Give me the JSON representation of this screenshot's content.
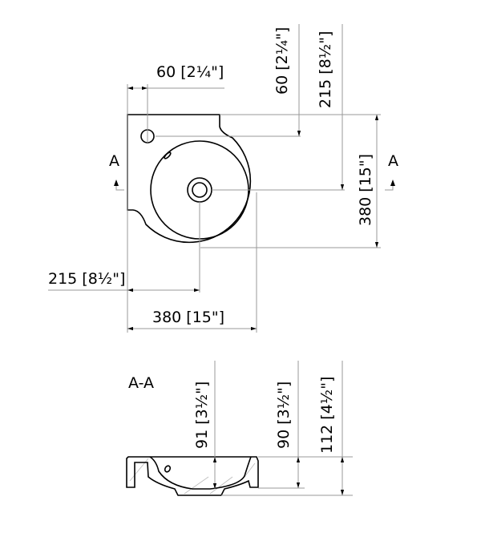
{
  "plan_view": {
    "dim_hole_x": "60 [2¼\"]",
    "dim_hole_y": "60 [2¼\"]",
    "dim_drain_y": "215 [8½\"]",
    "dim_depth": "380 [15\"]",
    "dim_drain_x": "215 [8½\"]",
    "dim_width": "380 [15\"]",
    "section_mark_left": "A",
    "section_mark_right": "A"
  },
  "section_view": {
    "title": "A-A",
    "dim_91": "91 [3½\"]",
    "dim_90": "90 [3½\"]",
    "dim_112": "112 [4½\"]"
  }
}
